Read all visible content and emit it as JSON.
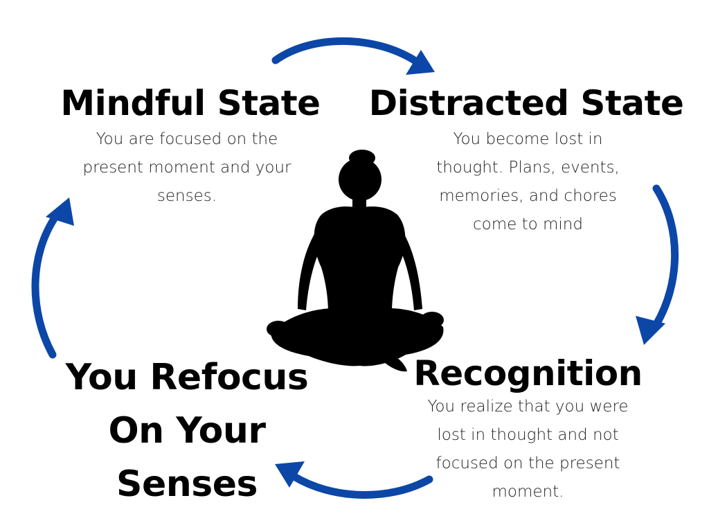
{
  "colors": {
    "arrow": "#0c47a8",
    "text": "#000000",
    "figure": "#000000",
    "background": "#ffffff"
  },
  "icons": {
    "figure": "meditating-person-silhouette",
    "arrow": "curved-arrow"
  },
  "stages": {
    "mindful": {
      "title": "Mindful State",
      "desc": [
        "You are focused on the",
        "present moment and your",
        "senses."
      ]
    },
    "distracted": {
      "title": "Distracted State",
      "desc": [
        "You become lost in",
        "thought. Plans, events,",
        "memories, and chores",
        "come to mind"
      ]
    },
    "recognition": {
      "title": "Recognition",
      "desc": [
        "You realize that you were",
        "lost in thought and not",
        "focused on the present",
        "moment."
      ]
    },
    "refocus": {
      "title": [
        "You Refocus",
        "On Your",
        "Senses"
      ]
    }
  }
}
